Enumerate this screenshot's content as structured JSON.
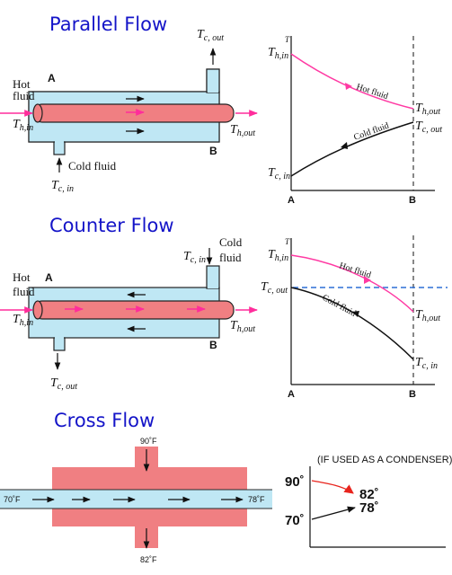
{
  "colors": {
    "title": "#1414c8",
    "hot_fluid": "#f07f82",
    "cold_fluid": "#bfe7f4",
    "hot_curve": "#ff3aa3",
    "cold_curve": "#111111",
    "dashed_line": "#2d6fd6",
    "condenser_arrow": "#e8241d"
  },
  "parallel": {
    "title": "Parallel Flow",
    "hot_label_1": "Hot",
    "hot_label_2": "fluid",
    "th_in": "T",
    "th_in_sub": "h,in",
    "th_out": "T",
    "th_out_sub": "h,out",
    "tc_out": "T",
    "tc_out_sub": "c, out",
    "tc_in": "T",
    "tc_in_sub": "c, in",
    "point_a": "A",
    "point_b": "B",
    "cold_fluid_label": "Cold fluid",
    "graph": {
      "y_axis": "T",
      "th_in": "T",
      "th_in_sub": "h,in",
      "th_out": "T",
      "th_out_sub": "h,out",
      "tc_out": "T",
      "tc_out_sub": "c, out",
      "tc_in": "T",
      "tc_in_sub": "c, in",
      "hot_curve_label": "Hot fluid",
      "cold_curve_label": "Cold fluid",
      "x_a": "A",
      "x_b": "B"
    }
  },
  "counter": {
    "title": "Counter Flow",
    "hot_label_1": "Hot",
    "hot_label_2": "fluid",
    "cold_label_1": "Cold",
    "cold_label_2": "fluid",
    "th_in": "T",
    "th_in_sub": "h,in",
    "th_out": "T",
    "th_out_sub": "h,out",
    "tc_in": "T",
    "tc_in_sub": "c, in",
    "tc_out": "T",
    "tc_out_sub": "c, out",
    "point_a": "A",
    "point_b": "B",
    "graph": {
      "y_axis": "T",
      "th_in": "T",
      "th_in_sub": "h,in",
      "tc_out": "T",
      "tc_out_sub": "c, out",
      "th_out": "T",
      "th_out_sub": "h,out",
      "tc_in": "T",
      "tc_in_sub": "c, in",
      "hot_curve_label": "Hot fluid",
      "cold_curve_label": "Cold fluid",
      "x_a": "A",
      "x_b": "B"
    }
  },
  "cross": {
    "title": "Cross Flow",
    "top_temp": "90˚F",
    "bottom_temp": "82˚F",
    "left_temp": "70˚F",
    "right_temp": "78˚F",
    "graph": {
      "header": "(IF USED AS A CONDENSER)",
      "hot_in": "90˚",
      "hot_out": "82˚",
      "cold_in": "70˚",
      "cold_out": "78˚"
    }
  }
}
